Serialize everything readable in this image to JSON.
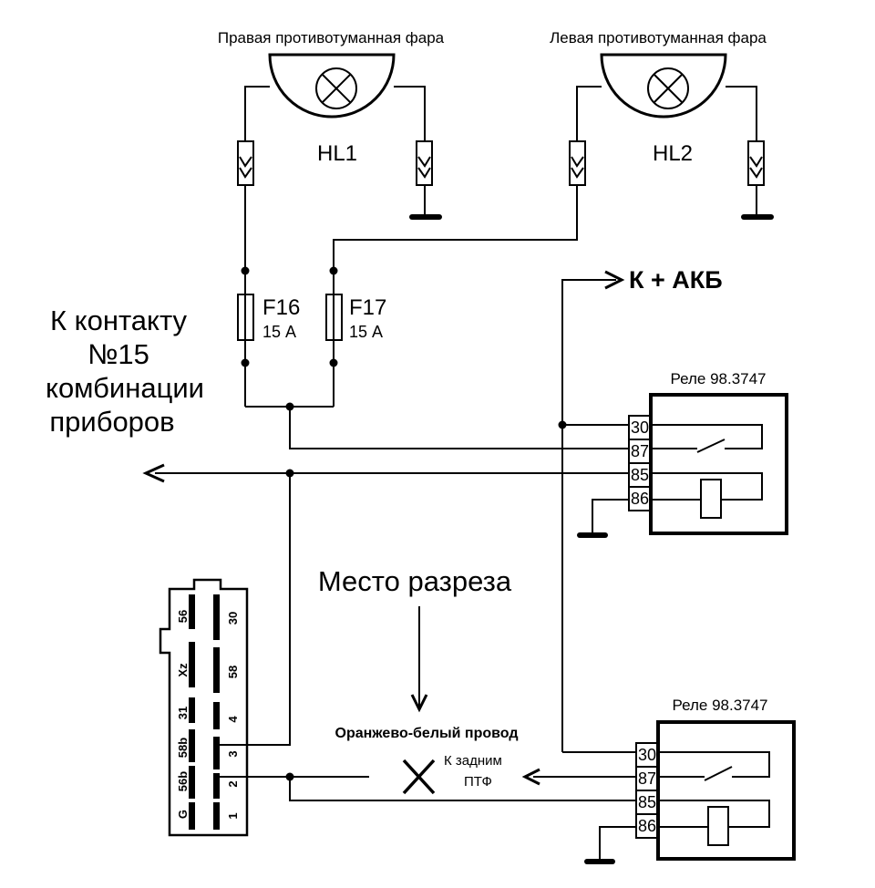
{
  "labels": {
    "right_fog_lamp": "Правая противотуманная фара",
    "left_fog_lamp": "Левая противотуманная фара",
    "hl1": "HL1",
    "hl2": "HL2",
    "f16": "F16",
    "f16_rating": "15 А",
    "f17": "F17",
    "f17_rating": "15 А",
    "to_battery": "К + АКБ",
    "to_contact_line1": "К контакту",
    "to_contact_line2": "№15",
    "to_contact_line3": "комбинации",
    "to_contact_line4": "приборов",
    "cut_place": "Место разреза",
    "orange_white_wire": "Оранжево-белый провод",
    "to_rear_fog_line1": "К задним",
    "to_rear_fog_line2": "ПТФ"
  },
  "relay_top": {
    "title": "Реле 98.3747",
    "pins": [
      "30",
      "87",
      "85",
      "86"
    ]
  },
  "relay_bottom": {
    "title": "Реле 98.3747",
    "pins": [
      "30",
      "87",
      "85",
      "86"
    ]
  },
  "connector": {
    "left_pins": [
      "56",
      "Xz",
      "31",
      "58b",
      "56b",
      "G"
    ],
    "right_pins": [
      "30",
      "58",
      "4",
      "3",
      "2",
      "1"
    ]
  }
}
